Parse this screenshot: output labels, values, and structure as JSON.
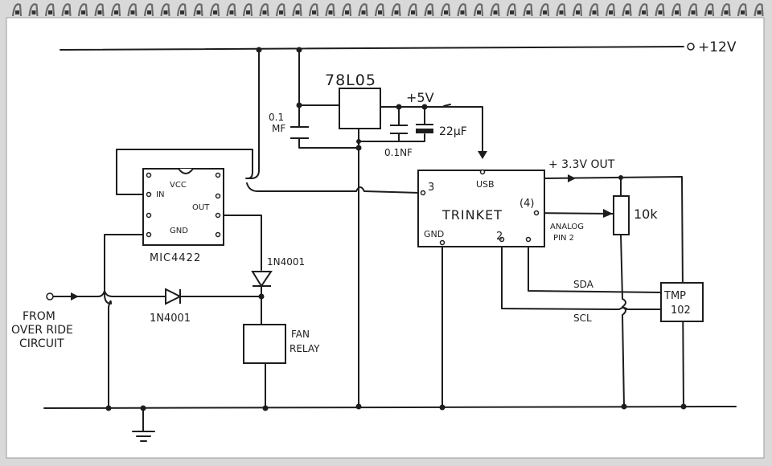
{
  "supply": {
    "v12": "+12V",
    "v5": "+5V",
    "v33_out": "+ 3.3V OUT"
  },
  "regulator": {
    "part": "78L05"
  },
  "capacitors": {
    "c_in": [
      "0.1",
      "MF"
    ],
    "c_out": "0.1NF",
    "c_bulk": "22μF"
  },
  "driver": {
    "part": "MIC4422",
    "pins": {
      "vcc": "VCC",
      "in": "IN",
      "out": "OUT",
      "gnd": "GND"
    }
  },
  "diodes": {
    "d_fan": "1N4001",
    "d_override": "1N4001"
  },
  "relay": {
    "label": [
      "FAN",
      "RELAY"
    ]
  },
  "input": {
    "label": [
      "FROM",
      "OVER RIDE",
      "CIRCUIT"
    ]
  },
  "mcu": {
    "part": "TRINKET",
    "pins": {
      "usb": "USB",
      "p3": "3",
      "gnd": "GND",
      "p2": "2",
      "p4": "(4)"
    }
  },
  "analog": {
    "label": [
      "ANALOG",
      "PIN 2"
    ]
  },
  "resistor": {
    "value": "10k"
  },
  "sensor": {
    "part": [
      "TMP",
      "102"
    ]
  },
  "bus": {
    "sda": "SDA",
    "scl": "SCL"
  }
}
